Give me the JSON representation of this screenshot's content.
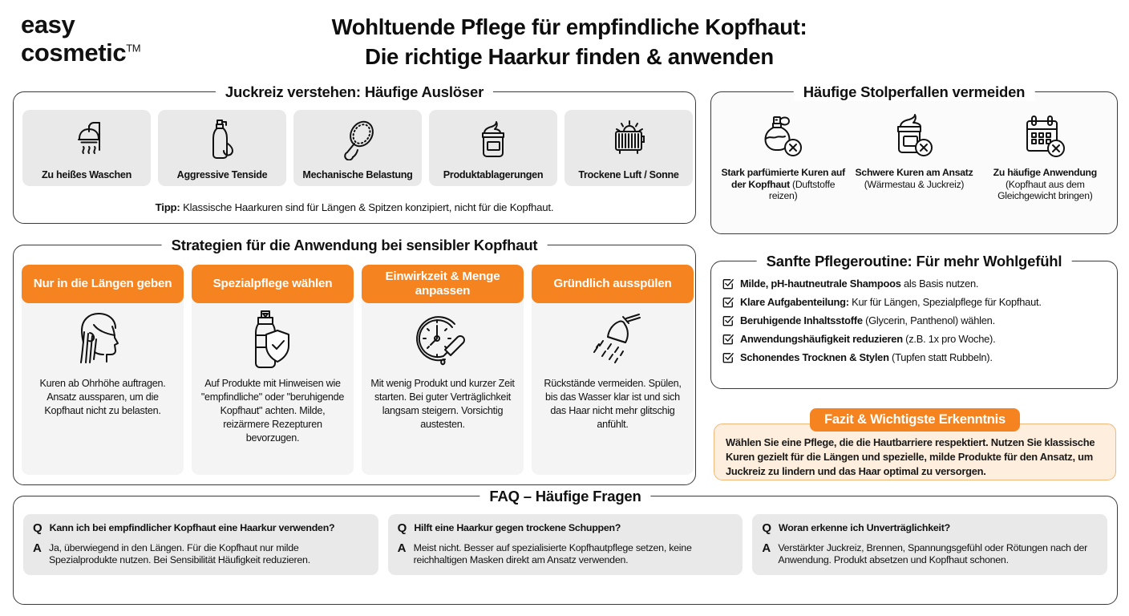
{
  "brand": {
    "line1": "easy",
    "line2": "cosmetic",
    "tm": "TM"
  },
  "title": {
    "line1": "Wohltuende Pflege für empfindliche Kopfhaut:",
    "line2": "Die richtige Haarkur finden & anwenden"
  },
  "triggers": {
    "heading": "Juckreiz verstehen: Häufige Auslöser",
    "items": [
      {
        "icon": "shower-icon",
        "label": "Zu heißes Waschen"
      },
      {
        "icon": "pump-bottle-icon",
        "label": "Aggressive Tenside"
      },
      {
        "icon": "hairbrush-icon",
        "label": "Mechanische Belastung"
      },
      {
        "icon": "cream-jar-icon",
        "label": "Produktablagerungen"
      },
      {
        "icon": "heater-sun-icon",
        "label": "Trockene Luft / Sonne"
      }
    ],
    "tip_label": "Tipp:",
    "tip_text": "Klassische Haarkuren sind für Längen & Spitzen konzipiert, nicht für die Kopfhaut."
  },
  "pitfalls": {
    "heading": "Häufige Stolperfallen vermeiden",
    "items": [
      {
        "icon": "perfume-bottle-blocked-icon",
        "bold": "Stark parfümierte Kuren auf der Kopfhaut",
        "rest": " (Duftstoffe reizen)"
      },
      {
        "icon": "cream-jar-blocked-icon",
        "bold": "Schwere Kuren am Ansatz",
        "rest": " (Wärmestau & Juckreiz)"
      },
      {
        "icon": "calendar-blocked-icon",
        "bold": "Zu häufige Anwendung",
        "rest": " (Kopfhaut aus dem Gleichgewicht bringen)"
      }
    ]
  },
  "strategies": {
    "heading": "Strategien für die Anwendung bei sensibler Kopfhaut",
    "items": [
      {
        "title": "Nur in die Längen geben",
        "icon": "head-profile-hair-icon",
        "body": "Kuren ab Ohrhöhe auftragen. Ansatz aussparen, um die Kopfhaut nicht zu belasten."
      },
      {
        "title": "Spezialpflege wählen",
        "icon": "bottle-shield-check-icon",
        "body": "Auf Produkte mit Hinweisen wie \"empfindliche\" oder \"beruhigende Kopfhaut\" achten. Milde, reizärmere Rezepturen bevorzugen."
      },
      {
        "title": "Einwirkzeit & Menge anpassen",
        "icon": "clock-dropper-icon",
        "body": "Mit wenig Produkt und kurzer Zeit starten. Bei guter Verträglichkeit langsam steigern. Vorsichtig austesten."
      },
      {
        "title": "Gründlich ausspülen",
        "icon": "showerhead-spray-icon",
        "body": "Rückstände vermeiden. Spülen, bis das Wasser klar ist und sich das Haar nicht mehr glitschig anfühlt."
      }
    ]
  },
  "routine": {
    "heading": "Sanfte Pflegeroutine: Für mehr Wohlgefühl",
    "items": [
      {
        "icon": "checkbox-check-icon",
        "bold": "Milde, pH-hautneutrale Shampoos",
        "rest": " als Basis nutzen."
      },
      {
        "icon": "checkbox-check-icon",
        "bold": "Klare Aufgabenteilung:",
        "rest": " Kur für Längen, Spezialpflege für Kopfhaut."
      },
      {
        "icon": "checkbox-check-icon",
        "bold": "Beruhigende Inhaltsstoffe",
        "rest": " (Glycerin, Panthenol) wählen."
      },
      {
        "icon": "checkbox-check-icon",
        "bold": "Anwendungshäufigkeit reduzieren",
        "rest": " (z.B. 1x pro Woche)."
      },
      {
        "icon": "checkbox-check-icon",
        "bold": "Schonendes Trocknen & Stylen",
        "rest": " (Tupfen statt Rubbeln)."
      }
    ]
  },
  "fazit": {
    "pill": "Fazit & Wichtigste Erkenntnis",
    "text": "Wählen Sie eine Pflege, die die Hautbarriere respektiert. Nutzen Sie klassische Kuren gezielt für die Längen und spezielle, milde Produkte für den Ansatz, um Juckreiz zu lindern und das Haar optimal zu versorgen."
  },
  "faq": {
    "heading": "FAQ – Häufige Fragen",
    "q_mark": "Q",
    "a_mark": "A",
    "items": [
      {
        "question": "Kann ich bei empfindlicher Kopfhaut eine Haarkur verwenden?",
        "answer": "Ja, überwiegend in den Längen. Für die Kopfhaut nur milde Spezialprodukte nutzen. Bei Sensibilität Häufigkeit reduzieren."
      },
      {
        "question": "Hilft eine Haarkur gegen trockene Schuppen?",
        "answer": "Meist nicht. Besser auf spezialisierte Kopfhautpflege setzen, keine reichhaltigen Masken direkt am Ansatz verwenden."
      },
      {
        "question": "Woran erkenne ich Unverträglichkeit?",
        "answer": "Verstärkter Juckreiz, Brennen, Spannungsgefühl oder Rötungen nach der Anwendung. Produkt absetzen und Kopfhaut schonen."
      }
    ]
  },
  "colors": {
    "accent": "#f5831f",
    "card_gray": "#e9e9e9",
    "fazit_bg": "#fdeedd",
    "fazit_border": "#f0b87a",
    "border": "#3a3a3a"
  }
}
